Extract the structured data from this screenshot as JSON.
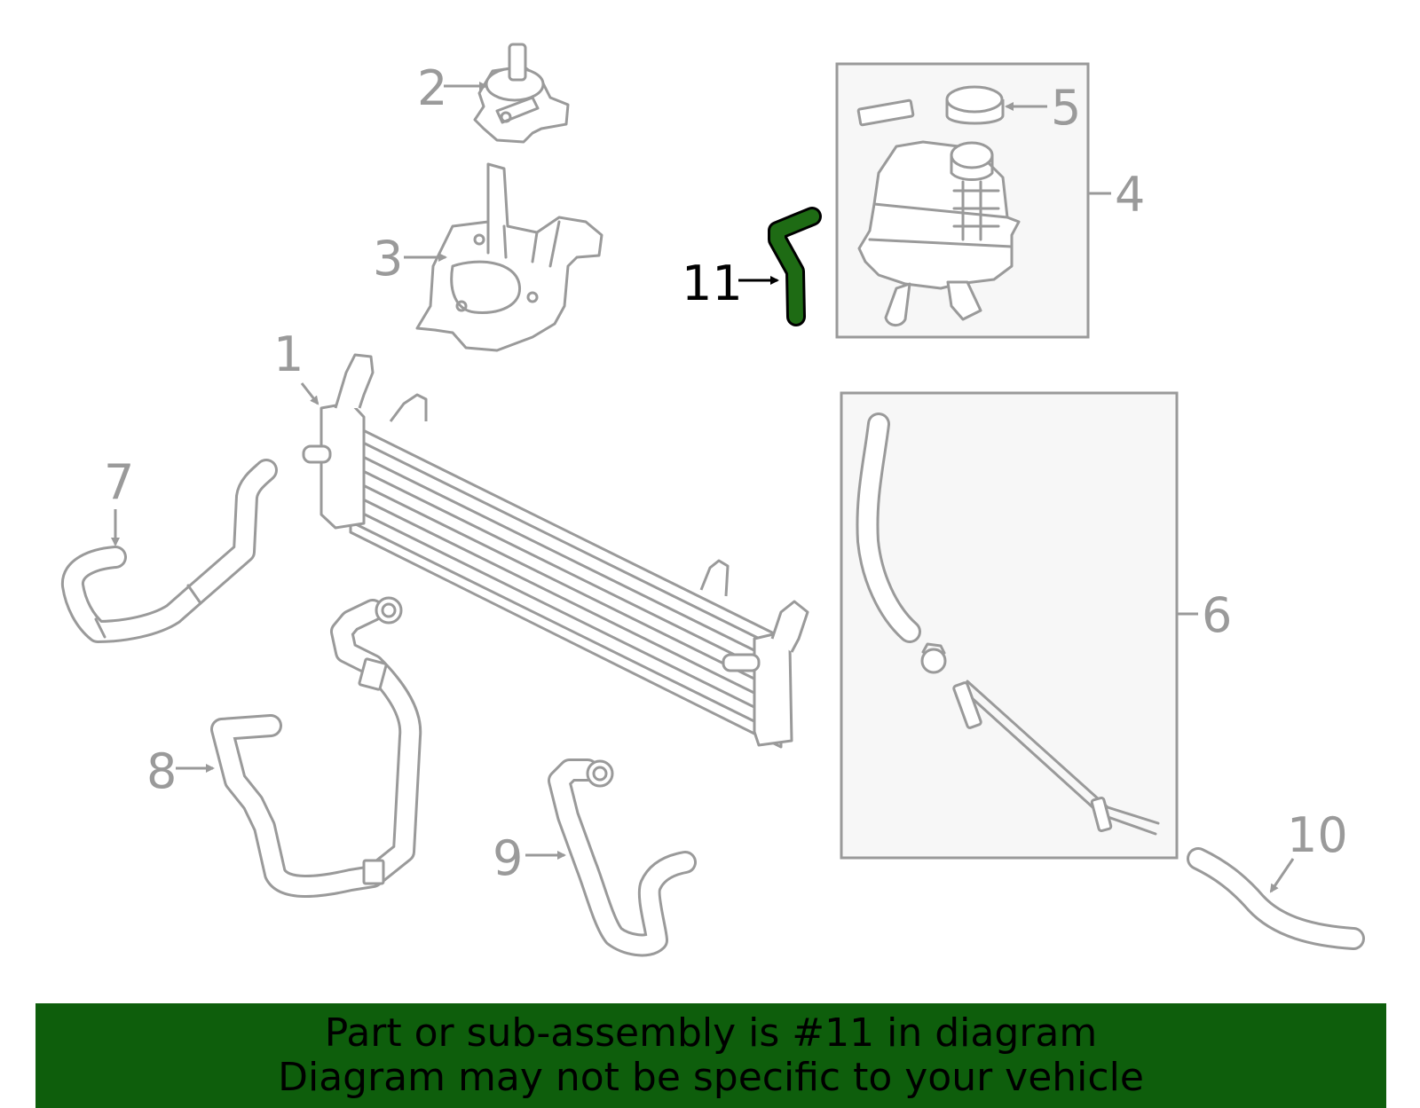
{
  "highlight_color": "#1e6b14",
  "banner_color": "#0e5e0c",
  "callouts": {
    "c1": "1",
    "c2": "2",
    "c3": "3",
    "c4": "4",
    "c5": "5",
    "c6": "6",
    "c7": "7",
    "c8": "8",
    "c9": "9",
    "c10": "10",
    "c11": "11"
  },
  "banner": {
    "line1": "Part or sub-assembly is #11 in diagram",
    "line2": "Diagram may not be specific to your vehicle"
  }
}
